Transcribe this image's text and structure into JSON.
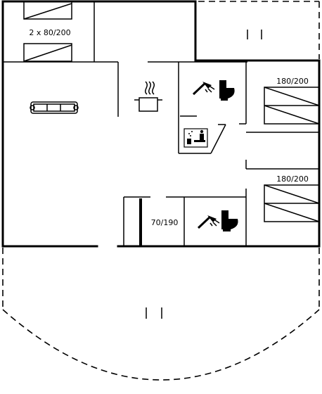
{
  "rooms": {
    "bunk_bed_label": "2 x 80/200",
    "bedroom_1_bed_label": "180/200",
    "bedroom_2_bed_label": "180/200",
    "small_bed_label": "70/190"
  },
  "icons": [
    "sofa-icon",
    "cooking-pot-icon",
    "shower-icon",
    "toilet-icon",
    "sauna-icon",
    "bed-icon"
  ]
}
